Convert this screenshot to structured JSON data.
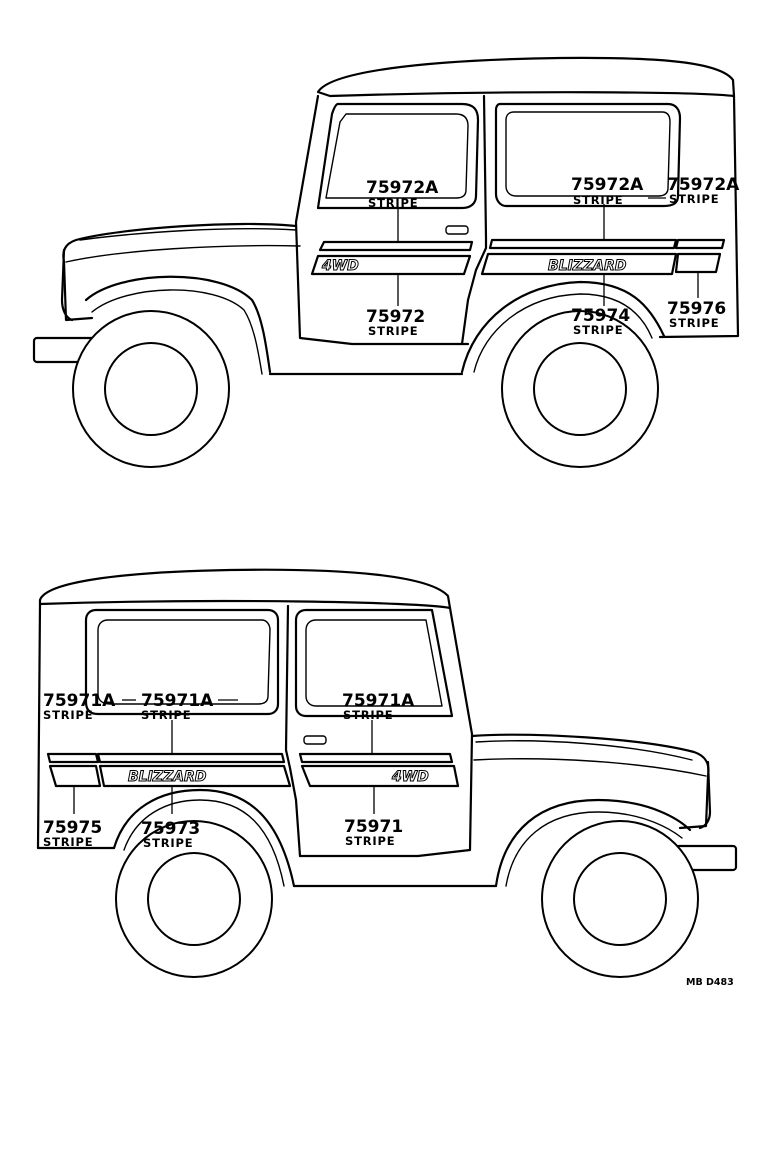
{
  "diagram_code": "MB D483",
  "part_name": "STRIPE",
  "top_view": {
    "callouts": [
      {
        "part": "75972A",
        "name": "STRIPE"
      },
      {
        "part": "75972A",
        "name": "STRIPE"
      },
      {
        "part": "75972A",
        "name": "STRIPE"
      },
      {
        "part": "75972",
        "name": "STRIPE"
      },
      {
        "part": "75974",
        "name": "STRIPE"
      },
      {
        "part": "75976",
        "name": "STRIPE"
      }
    ],
    "decals": {
      "door": "4WD",
      "rear": "BLIZZARD"
    }
  },
  "bottom_view": {
    "callouts": [
      {
        "part": "75971A",
        "name": "STRIPE"
      },
      {
        "part": "75971A",
        "name": "STRIPE"
      },
      {
        "part": "75971A",
        "name": "STRIPE"
      },
      {
        "part": "75975",
        "name": "STRIPE"
      },
      {
        "part": "75973",
        "name": "STRIPE"
      },
      {
        "part": "75971",
        "name": "STRIPE"
      }
    ],
    "decals": {
      "door": "4WD",
      "rear": "BLIZZARD"
    }
  }
}
